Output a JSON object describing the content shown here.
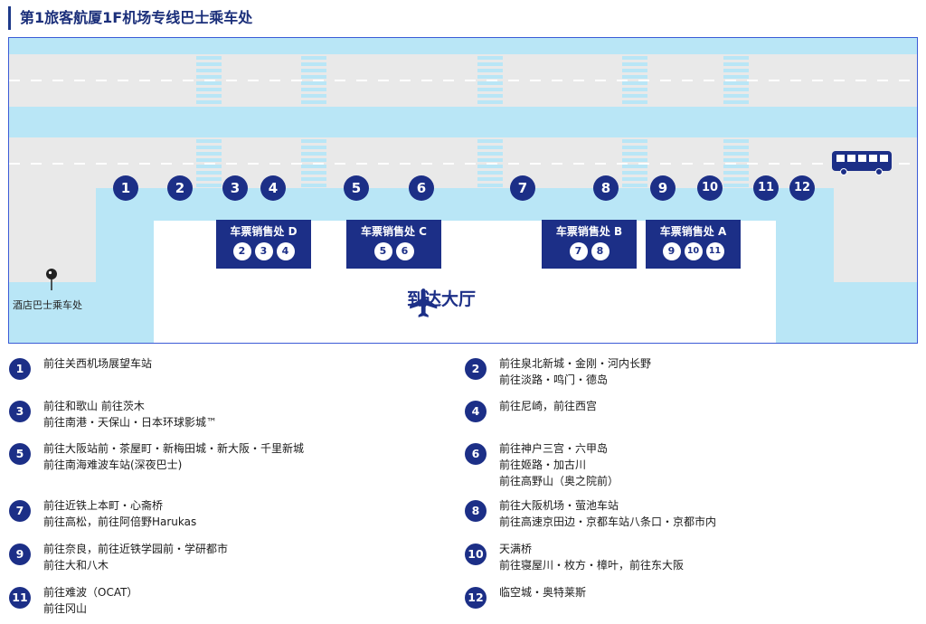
{
  "title": "第1旅客航厦1F机场专线巴士乘车处",
  "map": {
    "stops": [
      {
        "id": "1",
        "label": "1"
      },
      {
        "id": "2",
        "label": "2"
      },
      {
        "id": "3",
        "label": "3"
      },
      {
        "id": "4",
        "label": "4"
      },
      {
        "id": "5",
        "label": "5"
      },
      {
        "id": "6",
        "label": "6"
      },
      {
        "id": "7",
        "label": "7"
      },
      {
        "id": "8",
        "label": "8"
      },
      {
        "id": "9",
        "label": "9"
      },
      {
        "id": "10",
        "label": "10"
      },
      {
        "id": "11",
        "label": "11"
      },
      {
        "id": "12",
        "label": "12"
      }
    ],
    "ticket_offices": [
      {
        "id": "d",
        "label": "车票销售处 D",
        "stops": [
          "2",
          "3",
          "4"
        ]
      },
      {
        "id": "c",
        "label": "车票销售处 C",
        "stops": [
          "5",
          "6"
        ]
      },
      {
        "id": "b",
        "label": "车票销售处 B",
        "stops": [
          "7",
          "8"
        ]
      },
      {
        "id": "a",
        "label": "车票销售处 A",
        "stops": [
          "9",
          "10",
          "11"
        ]
      }
    ],
    "arrival_hall": "到达大厅",
    "hotel_bus_stop": "酒店巴士乘车处",
    "icons": {
      "plane": "airplane-icon",
      "bus": "bus-icon",
      "pin": "map-pin-icon"
    },
    "colors": {
      "road": "#e9e9e9",
      "walkway": "#b9e6f6",
      "accent": "#1c2f87",
      "crosswalk": "#b9e6f6"
    }
  },
  "legend": [
    {
      "num": "1",
      "lines": [
        "前往关西机场展望车站"
      ]
    },
    {
      "num": "2",
      "lines": [
        "前往泉北新城・金刚・河内长野",
        "前往淡路・鸣门・德岛"
      ]
    },
    {
      "num": "3",
      "lines": [
        "前往和歌山 前往茨木",
        "前往南港・天保山・日本环球影城™"
      ]
    },
    {
      "num": "4",
      "lines": [
        "前往尼崎，前往西宫"
      ]
    },
    {
      "num": "5",
      "lines": [
        "前往大阪站前・茶屋町・新梅田城・新大阪・千里新城",
        "前往南海难波车站(深夜巴士)"
      ]
    },
    {
      "num": "6",
      "lines": [
        "前往神户三宫・六甲岛",
        "前往姬路・加古川",
        "前往高野山（奥之院前）"
      ]
    },
    {
      "num": "7",
      "lines": [
        "前往近铁上本町・心斋桥",
        "前往高松，前往阿倍野Harukas"
      ]
    },
    {
      "num": "8",
      "lines": [
        "前往大阪机场・萤池车站",
        "前往高速京田边・京都车站八条口・京都市内"
      ]
    },
    {
      "num": "9",
      "lines": [
        "前往奈良，前往近铁学园前・学研都市",
        "前往大和八木"
      ]
    },
    {
      "num": "10",
      "lines": [
        "天满桥",
        "前往寝屋川・枚方・樟叶，前往东大阪"
      ]
    },
    {
      "num": "11",
      "lines": [
        "前往难波（OCAT）",
        "前往冈山"
      ]
    },
    {
      "num": "12",
      "lines": [
        "临空城・奥特莱斯"
      ]
    }
  ]
}
